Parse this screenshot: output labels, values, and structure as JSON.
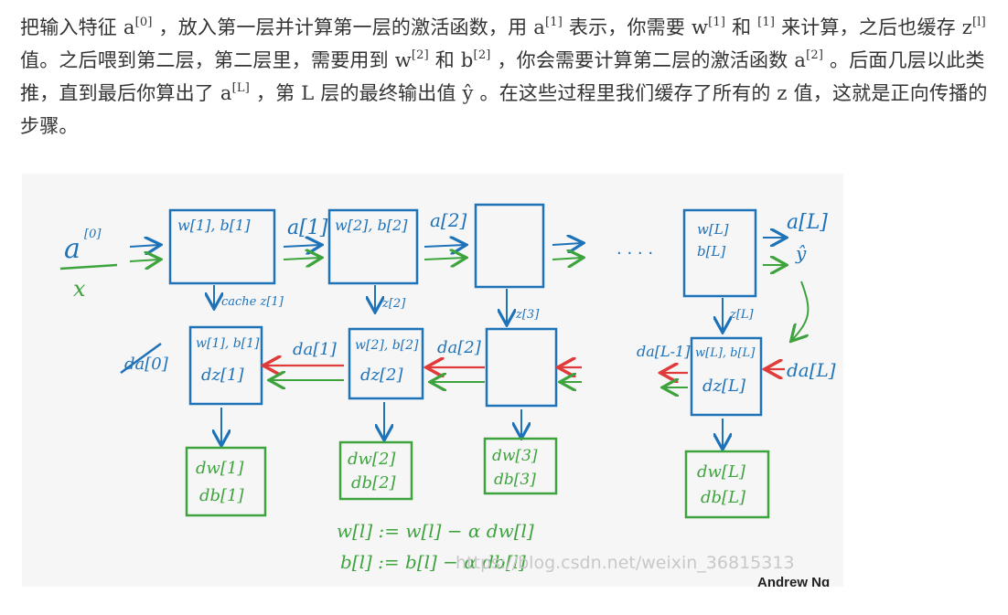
{
  "paragraph": {
    "t1": "把输入特征",
    "a0": "a",
    "s0": "[0]",
    "t2": "，放入第一层并计算第一层的激活函数，用",
    "a1": "a",
    "s1": "[1]",
    "t3": "表示，你需要",
    "w1": "w",
    "s2": "[1]",
    "t4": "和",
    "s3": "[1]",
    "t5": "来计算，之后也缓存",
    "z1": "z",
    "s4": "[l]",
    "t6": "值。之后喂到第二层，第二层里，需要用到",
    "w2": "w",
    "s5": "[2]",
    "t7": "和",
    "b2": "b",
    "s6": "[2]",
    "t8": "，你会需要计算第二层的激活函数",
    "a2": "a",
    "s7": "[2]",
    "t9": "。后面几层以此类推，直到最后你算出了",
    "aL": "a",
    "s8": "[L]",
    "t10": "，第",
    "L": "L",
    "t11": "层的最终输出值",
    "yhat": "ŷ",
    "t12": "。在这些过程里我们缓存了所有的",
    "z2": "z",
    "t13": "值，这就是正向传播的步骤。"
  },
  "figure": {
    "watermark": "https://blog.csdn.net/weixin_36815313",
    "credit": "Andrew Ng",
    "input": {
      "a": "a",
      "sup": "[0]",
      "x": "x"
    },
    "forward": [
      {
        "params": "w[1], b[1]",
        "out": "a[1]",
        "cache": "cache z[1]"
      },
      {
        "params": "w[2], b[2]",
        "out": "a[2]",
        "cache": "z[2]"
      },
      {
        "params": "",
        "out": "",
        "cache": "z[3]"
      },
      {
        "params1": "w[L]",
        "params2": "b[L]",
        "out": "a[L]",
        "yhat": "ŷ",
        "cache": "z[L]"
      }
    ],
    "dots": ". . . .",
    "backward": [
      {
        "l1": "w[1], b[1]",
        "l2": "dz[1]",
        "grad1": "dw[1]",
        "grad2": "db[1]",
        "in": "da[1]"
      },
      {
        "l1": "w[2], b[2]",
        "l2": "dz[2]",
        "grad1": "dw[2]",
        "grad2": "db[2]",
        "in": "da[2]"
      },
      {
        "grad1": "dw[3]",
        "grad2": "db[3]"
      },
      {
        "l1": "w[L], b[L]",
        "l2": "dz[L]",
        "grad1": "dw[L]",
        "grad2": "db[L]",
        "in": "da[L]",
        "out": "da[L-1]"
      }
    ],
    "crossed": "da[0]",
    "update1": "w[l] := w[l] − α dw[l]",
    "update2": "b[l] := b[l] − α db[l]"
  }
}
